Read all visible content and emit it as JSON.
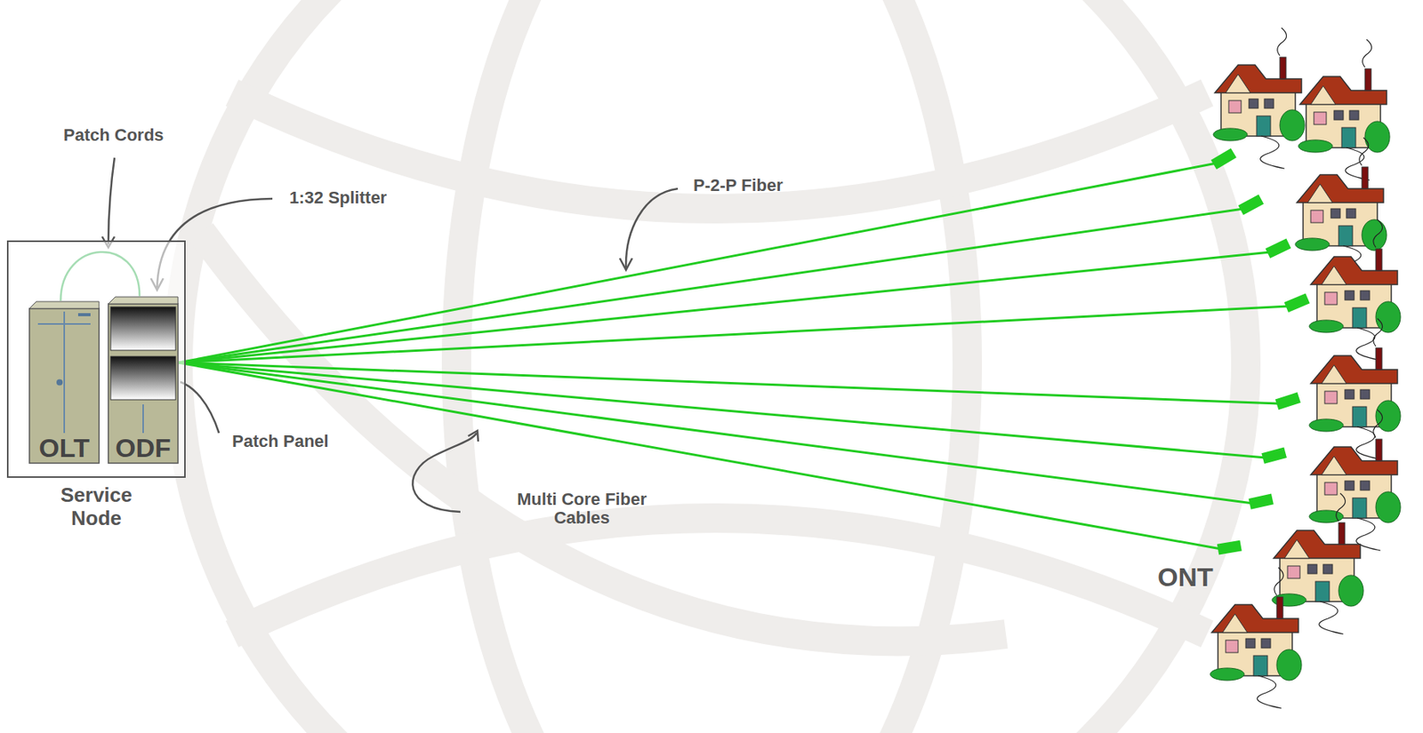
{
  "diagram": {
    "nodes": [
      {
        "text": [
          "Service Node"
        ]
      },
      {
        "text": [
          "OLT"
        ],
        "in": 0
      },
      {
        "text": [
          "ODF"
        ],
        "in": 0
      }
    ],
    "edges": [
      {
        "from": 1,
        "to": 2,
        "arrow": "none"
      }
    ],
    "labels": [
      "Patch Cords",
      "1:32 Splitter",
      "P-2-P Fiber",
      "Patch Panel",
      "Multi Core Fiber Cables",
      "ONT"
    ]
  }
}
